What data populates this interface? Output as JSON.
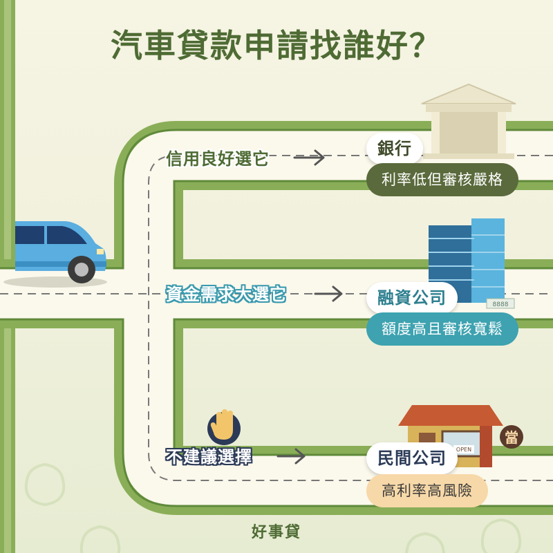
{
  "title": "汽車貸款申請找誰好？",
  "routes": [
    {
      "label": "信用良好選它",
      "lender": "銀行",
      "description": "利率低但審核嚴格",
      "icon": "bank-building-icon",
      "label_color": "#4e6b34",
      "card_color": "#5a6a3c"
    },
    {
      "label": "資金需求大選它",
      "lender": "融資公司",
      "description": "額度高且審核寬鬆",
      "icon": "office-building-icon",
      "label_color": "#3a9aad",
      "card_color": "#3ea2b0"
    },
    {
      "label": "不建議選擇",
      "lender": "民間公司",
      "description": "高利率高風險",
      "icon": "pawnshop-icon",
      "label_color": "#2b3a57",
      "card_color": "#f7d8a8"
    }
  ],
  "pawn_sign": "當",
  "store_sign": "OPEN",
  "office_sign": "8888",
  "brand": "好事貸",
  "colors": {
    "road_green": "#8aae58",
    "road_fill": "#fbf8ec",
    "title_green": "#4e6b34",
    "car_blue": "#5aaee0"
  }
}
